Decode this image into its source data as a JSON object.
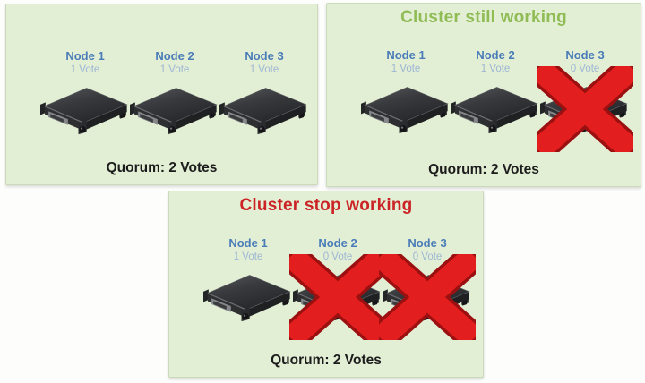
{
  "colors": {
    "panel_bg": "#e3efd5",
    "panel_border": "#cbdabb",
    "node_label": "#4a7cb8",
    "vote_label": "#9db6d4",
    "title_green": "#8fbc54",
    "title_red": "#cb2326",
    "quorum_text": "#1c1c1c",
    "x_fill": "#e31e1e",
    "x_outline": "#9b1010"
  },
  "panels": [
    {
      "name": "all-nodes-online",
      "quorum": "Quorum: 2 Votes",
      "nodes": [
        {
          "name": "Node 1",
          "vote": "1 Vote",
          "failed": false
        },
        {
          "name": "Node 2",
          "vote": "1 Vote",
          "failed": false
        },
        {
          "name": "Node 3",
          "vote": "1 Vote",
          "failed": false
        }
      ]
    },
    {
      "name": "cluster-still-working",
      "title": "Cluster still working",
      "quorum": "Quorum: 2 Votes",
      "nodes": [
        {
          "name": "Node 1",
          "vote": "1 Vote",
          "failed": false
        },
        {
          "name": "Node 2",
          "vote": "1 Vote",
          "failed": false
        },
        {
          "name": "Node 3",
          "vote": "0 Vote",
          "failed": true
        }
      ]
    },
    {
      "name": "cluster-stop-working",
      "title": "Cluster stop working",
      "quorum": "Quorum: 2 Votes",
      "nodes": [
        {
          "name": "Node 1",
          "vote": "1 Vote",
          "failed": false
        },
        {
          "name": "Node 2",
          "vote": "0 Vote",
          "failed": true
        },
        {
          "name": "Node 3",
          "vote": "0 Vote",
          "failed": true
        }
      ]
    }
  ]
}
